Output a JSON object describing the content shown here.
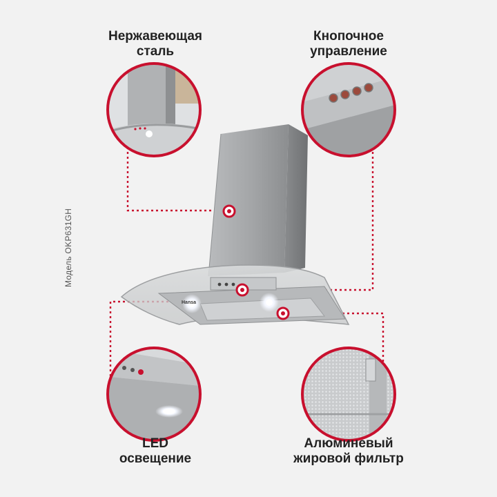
{
  "features": {
    "steel": {
      "line1": "Нержавеющая",
      "line2": "сталь"
    },
    "buttons": {
      "line1": "Кнопочное",
      "line2": "управление"
    },
    "led": {
      "line1": "LED",
      "line2": "освещение"
    },
    "filter": {
      "line1": "Алюминевый",
      "line2": "жировой фильтр"
    }
  },
  "model_text": "Модель OKP631GH",
  "brand_mark": "Hansa",
  "colors": {
    "accent": "#c8102e",
    "background": "#f2f2f2",
    "steel": "#a9abad"
  }
}
